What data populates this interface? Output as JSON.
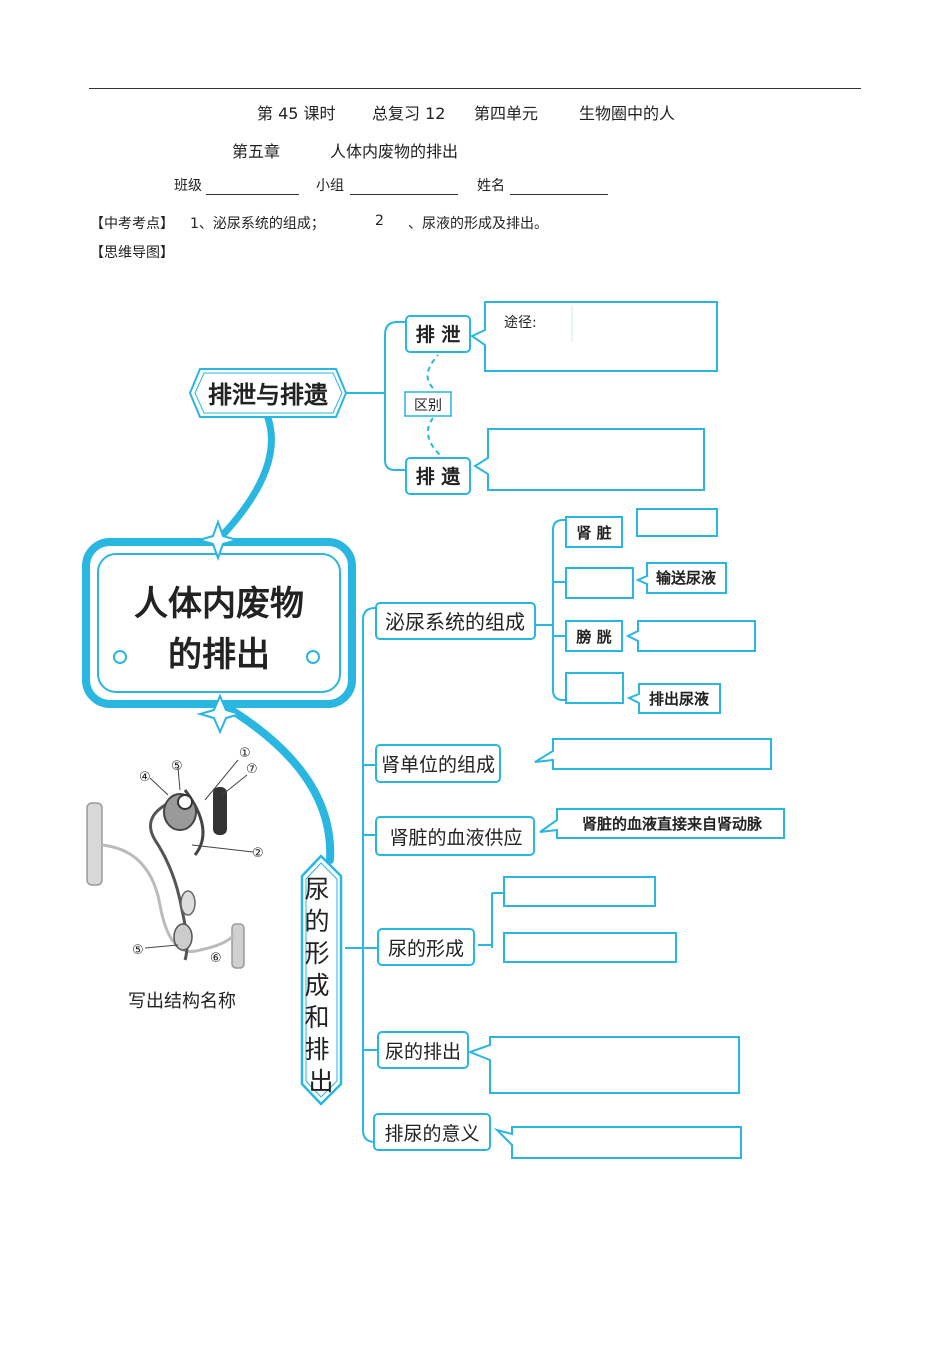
{
  "header": {
    "lesson": "第 45 课时",
    "review": "总复习 12",
    "unit": "第四单元",
    "unit_title": "生物圈中的人",
    "chapter": "第五章",
    "chapter_title": "人体内废物的排出"
  },
  "form": {
    "class_label": "班级",
    "group_label": "小组",
    "name_label": "姓名"
  },
  "exam_points": {
    "label": "【中考考点】",
    "item1": "1、泌尿系统的组成；",
    "item2_num": "2",
    "item2_text": "、尿液的形成及排出。"
  },
  "mindmap_label": "【思维导图】",
  "mindmap": {
    "center_line1": "人体内废物",
    "center_line2": "的排出",
    "branch_top": "排泄与排遗",
    "excretion": "排 泄",
    "egestion": "排 遗",
    "difference": "区别",
    "route_label": "途径:",
    "urinary_system": "泌尿系统的组成",
    "kidney": "肾 脏",
    "transport_urine": "输送尿液",
    "bladder": "膀 胱",
    "discharge_urine": "排出尿液",
    "nephron": "肾单位的组成",
    "blood_supply": "肾脏的血液供应",
    "blood_supply_note": "肾脏的血液直接来自肾动脉",
    "vertical_title": "尿的形成和排出",
    "urine_formation": "尿的形成",
    "urine_discharge": "尿的排出",
    "urination_meaning": "排尿的意义",
    "diagram_caption": "写出结构名称",
    "markers": [
      "①",
      "②",
      "④",
      "⑤",
      "⑥",
      "⑦",
      "⑤"
    ]
  },
  "colors": {
    "accent": "#29b6e0",
    "accent_dark": "#0e95c8",
    "text": "#222222"
  }
}
